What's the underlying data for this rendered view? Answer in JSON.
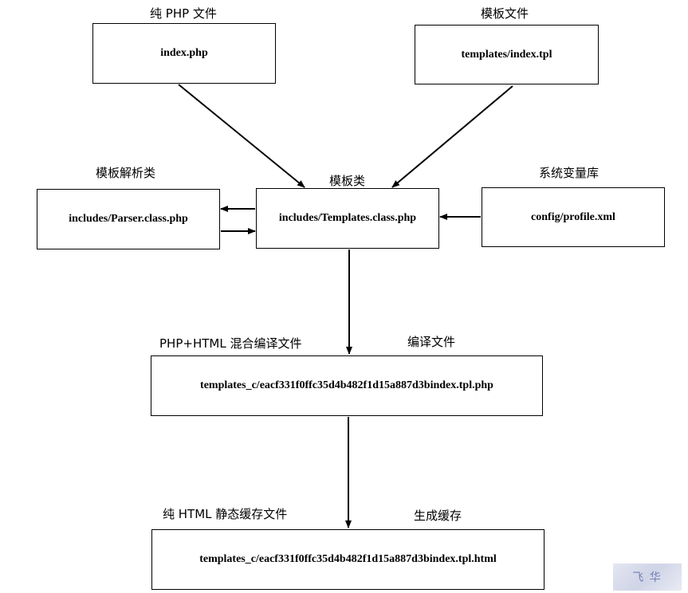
{
  "labels": {
    "pure_php": "纯 PHP 文件",
    "template_file": "模板文件",
    "parser_class": "模板解析类",
    "template_class": "模板类",
    "system_vars": "系统变量库",
    "php_html_mixed": "PHP+HTML 混合编译文件",
    "compiled_file": "编译文件",
    "pure_html_cache": "纯 HTML 静态缓存文件",
    "generate_cache": "生成缓存"
  },
  "boxes": {
    "index_php": "index.php",
    "templates_index_tpl": "templates/index.tpl",
    "parser_class": "includes/Parser.class.php",
    "templates_class": "includes/Templates.class.php",
    "profile_xml": "config/profile.xml",
    "compiled_php": "templates_c/eacf331f0ffc35d4b482f1d15a887d3bindex.tpl.php",
    "cache_html": "templates_c/eacf331f0ffc35d4b482f1d15a887d3bindex.tpl.html"
  },
  "watermark": "飞 华"
}
